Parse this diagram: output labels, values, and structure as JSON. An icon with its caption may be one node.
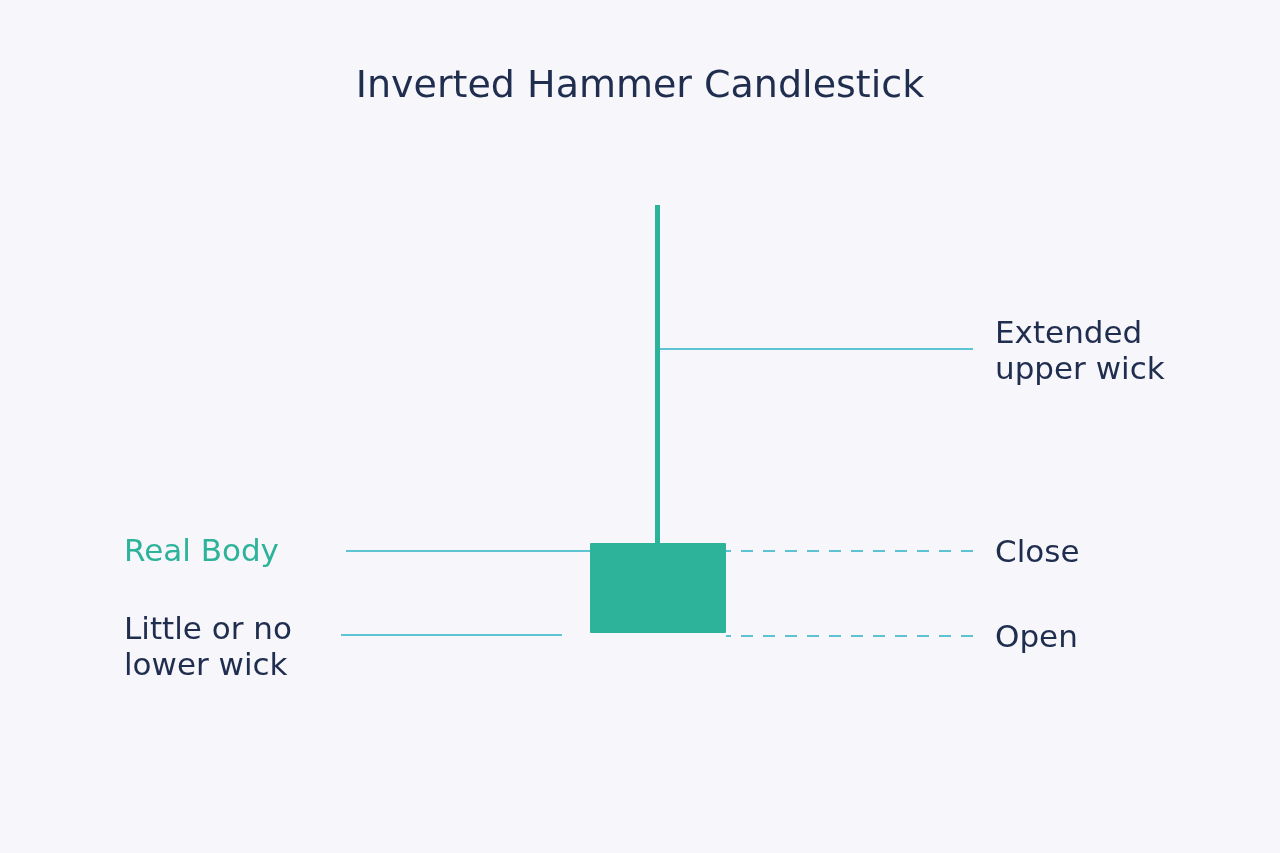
{
  "diagram": {
    "title": "Inverted Hammer Candlestick",
    "nodes": [
      {
        "text": [
          "Extended upper wick"
        ]
      },
      {
        "text": [
          "Real Body"
        ]
      },
      {
        "text": [
          "Little or no lower wick"
        ]
      },
      {
        "text": [
          "Close"
        ]
      },
      {
        "text": [
          "Open"
        ]
      },
      {
        "text": [],
        "shape": "bar"
      },
      {
        "text": [],
        "shape": "box"
      }
    ],
    "edges": [
      {
        "from": 0,
        "to": 5,
        "arrow": "none"
      },
      {
        "from": 1,
        "to": 6,
        "arrow": "none"
      },
      {
        "from": 2,
        "to": null,
        "arrow": "none"
      },
      {
        "from": 3,
        "to": 6,
        "arrow": "none",
        "style": "dashed"
      },
      {
        "from": 4,
        "to": 6,
        "arrow": "none",
        "style": "dashed"
      }
    ]
  }
}
